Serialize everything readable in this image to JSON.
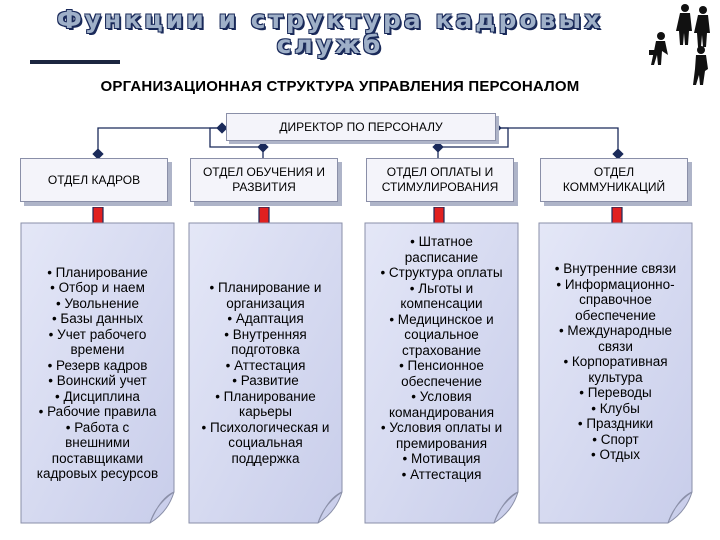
{
  "header": {
    "title_line1": "Функции и структура кадровых",
    "title_line2": "служб",
    "subtitle": "ОРГАНИЗАЦИОННАЯ СТРУКТУРА УПРАВЛЕНИЯ ПЕРСОНАЛОМ"
  },
  "director": {
    "label": "ДИРЕКТОР ПО ПЕРСОНАЛУ"
  },
  "departments": [
    {
      "label": "ОТДЕЛ КАДРОВ",
      "functions": [
        "• Планирование",
        "• Отбор и наем",
        "• Увольнение",
        "• Базы данных",
        "• Учет рабочего\nвремени",
        "• Резерв кадров",
        "• Воинский учет",
        "• Дисциплина",
        "• Рабочие правила",
        "• Работа с\nвнешними\nпоставщиками\nкадровых ресурсов"
      ]
    },
    {
      "label": "ОТДЕЛ ОБУЧЕНИЯ И\nРАЗВИТИЯ",
      "functions": [
        "• Планирование и\nорганизация",
        "• Адаптация",
        "• Внутренняя\nподготовка",
        "• Аттестация",
        "• Развитие",
        "• Планирование\nкарьеры",
        "• Психологическая и\nсоциальная\nподдержка"
      ]
    },
    {
      "label": "ОТДЕЛ ОПЛАТЫ И\nСТИМУЛИРОВАНИЯ",
      "functions": [
        "• Штатное\nрасписание",
        "• Структура оплаты",
        "• Льготы и\nкомпенсации",
        "• Медицинское и\nсоциальное\nстрахование",
        "• Пенсионное\nобеспечение",
        "• Условия\nкомандирования",
        "• Условия оплаты и\nпремирования",
        "• Мотивация",
        "• Аттестация"
      ]
    },
    {
      "label": "ОТДЕЛ\nКОММУНИКАЦИЙ",
      "functions": [
        "• Внутренние связи",
        "• Информационно-\nсправочное\nобеспечение",
        "• Международные\nсвязи",
        "• Корпоративная\nкультура",
        "• Переводы",
        "• Клубы",
        "• Праздники",
        "• Спорт",
        "• Отдых"
      ]
    }
  ],
  "colors": {
    "arrow_fill": "#e02020",
    "line": "#1a2a5a",
    "card_fill": "#d8dcf2"
  }
}
